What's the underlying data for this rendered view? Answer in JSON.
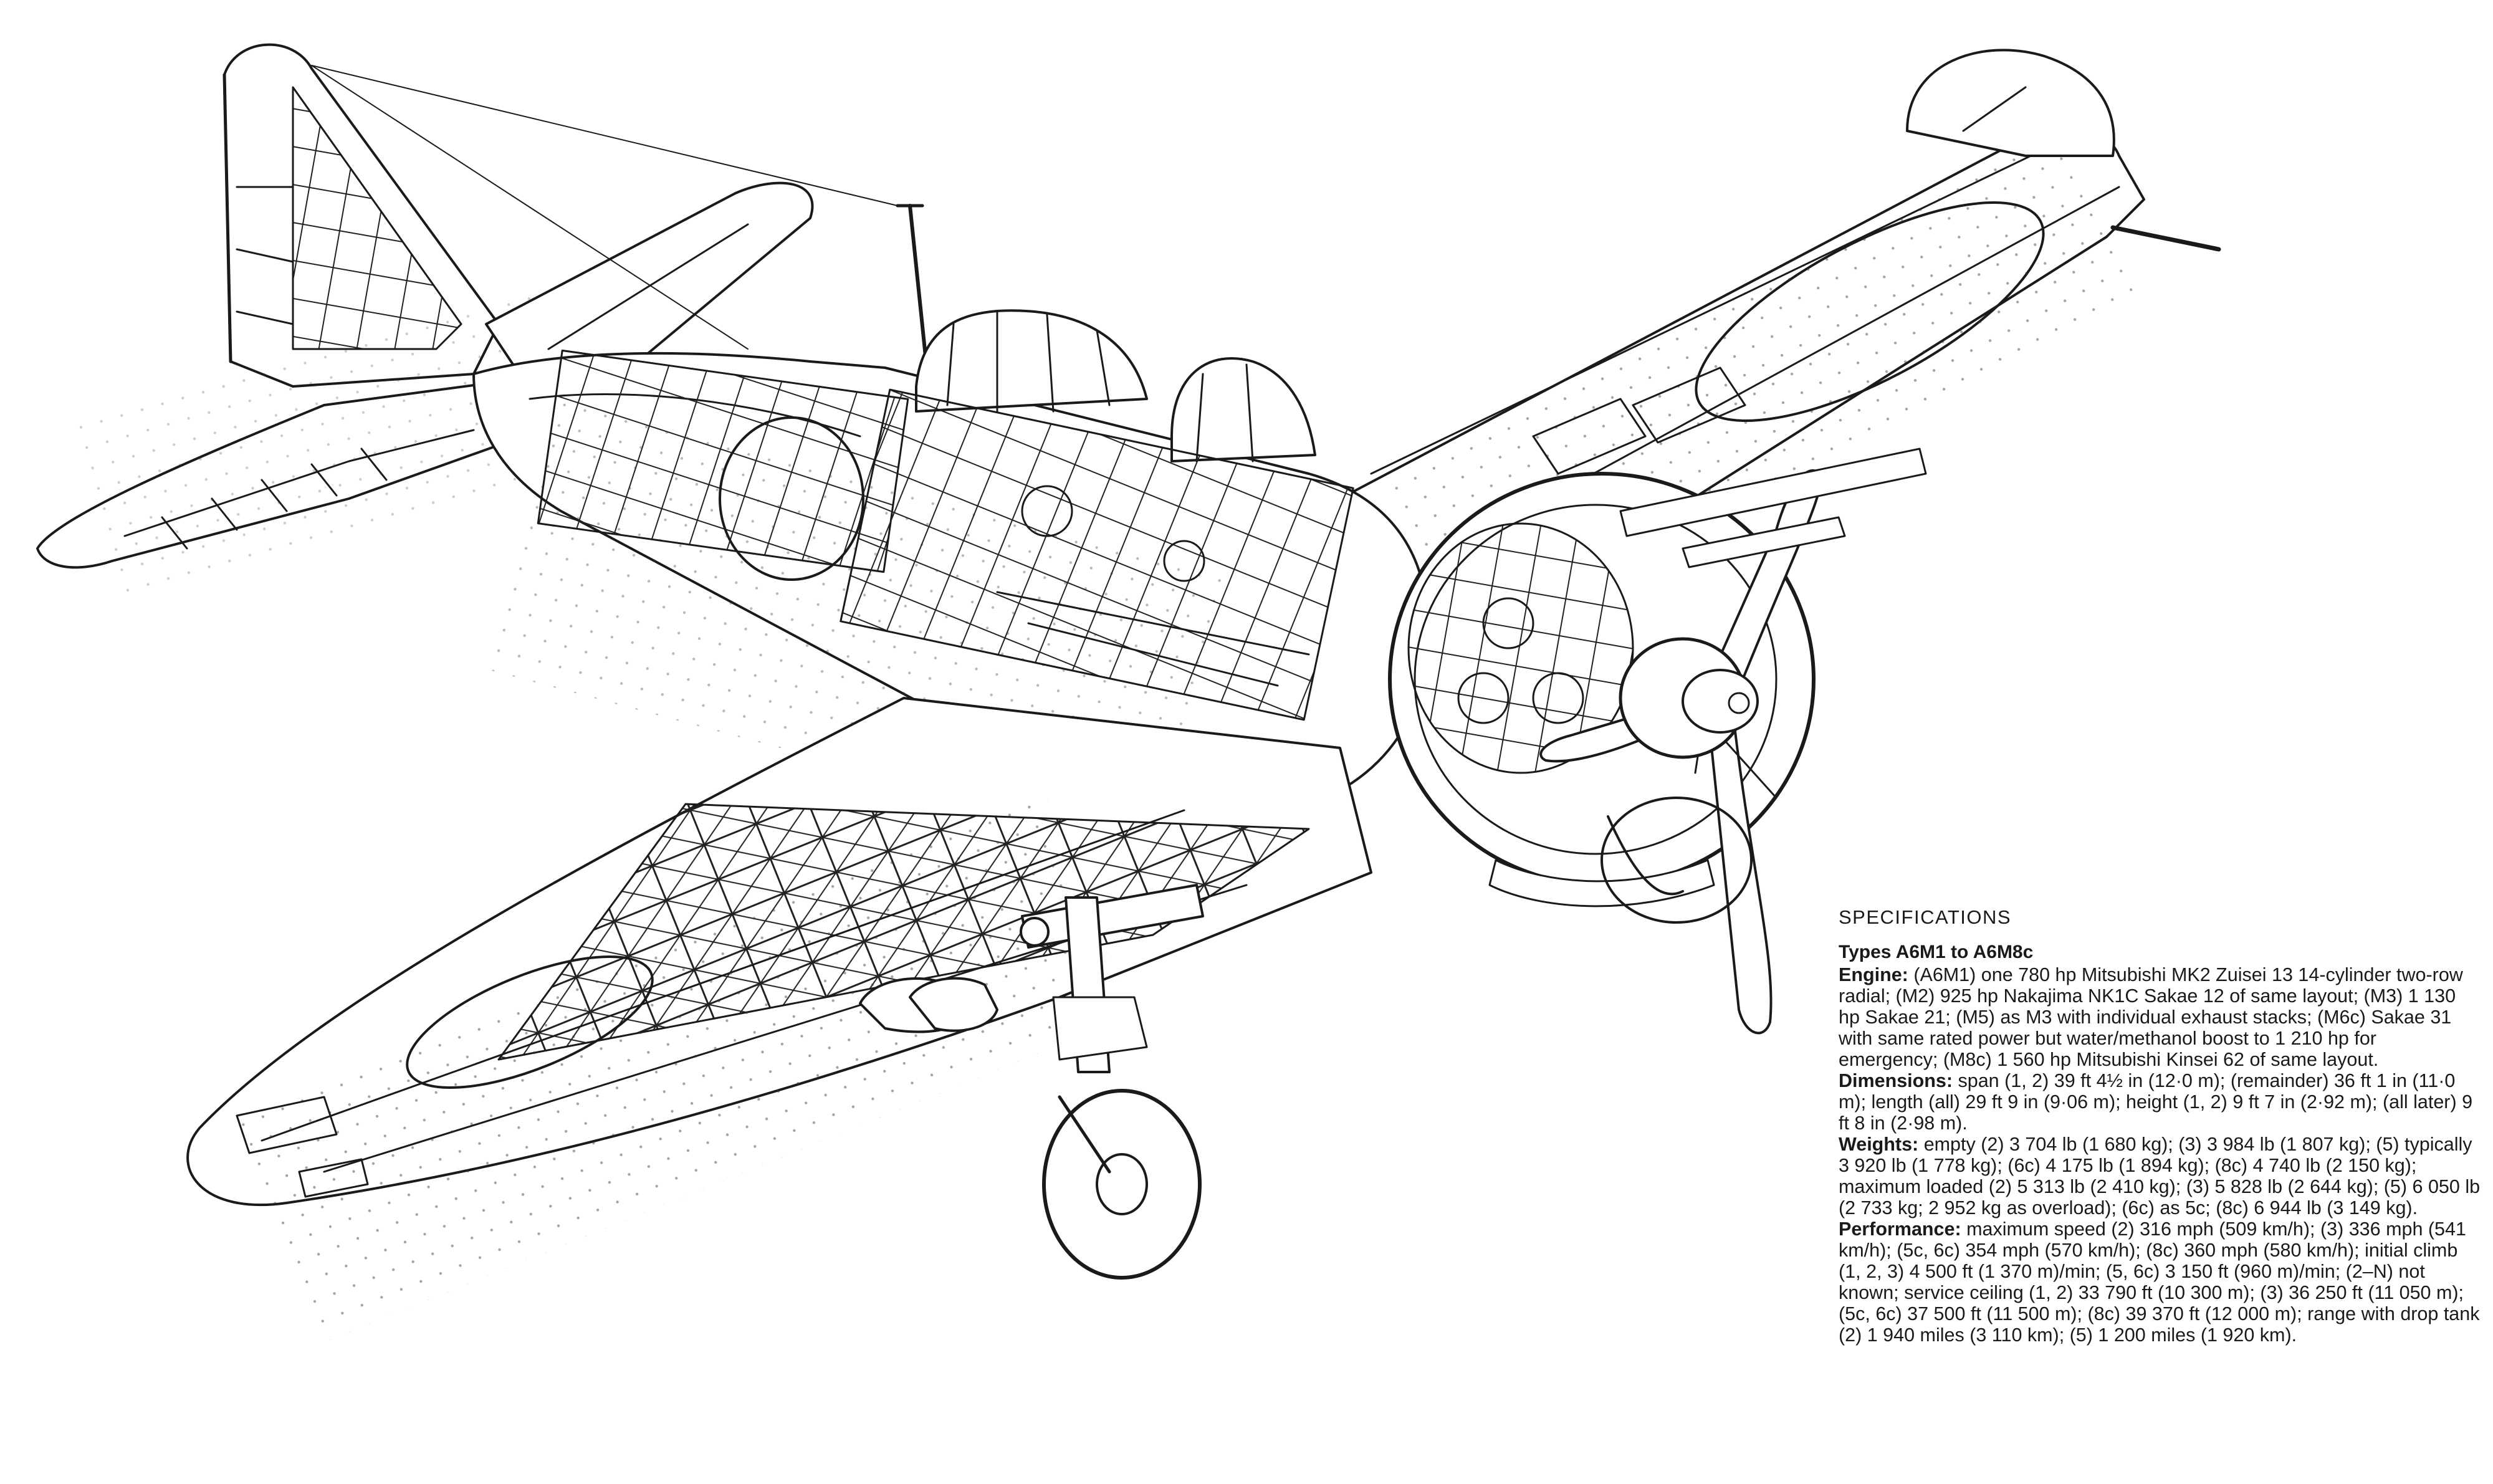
{
  "specifications": {
    "heading": "SPECIFICATIONS",
    "types": "Types A6M1 to A6M8c",
    "engine": {
      "label": "Engine:",
      "text": " (A6M1) one 780 hp Mitsubishi MK2 Zuisei 13 14-cylinder two-row radial; (M2) 925 hp Nakajima NK1C Sakae 12 of same layout; (M3) 1 130 hp Sakae 21; (M5) as M3 with individual exhaust stacks; (M6c) Sakae 31 with same rated power but water/methanol boost to 1 210 hp for emergency; (M8c) 1 560 hp Mitsubishi Kinsei 62 of same layout."
    },
    "dimensions": {
      "label": "Dimensions:",
      "text": " span (1, 2) 39 ft 4½ in (12·0 m); (remainder) 36 ft 1 in (11·0 m); length (all) 29 ft 9 in (9·06 m); height (1, 2) 9 ft 7 in (2·92 m); (all later) 9 ft 8 in (2·98 m)."
    },
    "weights": {
      "label": "Weights:",
      "text": " empty (2) 3 704 lb (1 680 kg); (3) 3 984 lb (1 807 kg); (5) typically 3 920 lb (1 778 kg); (6c) 4 175 lb (1 894 kg); (8c) 4 740 lb (2 150 kg); maximum loaded (2) 5 313 lb (2 410 kg); (3) 5 828 lb (2 644 kg); (5) 6 050 lb (2 733 kg; 2 952 kg as overload); (6c) as 5c; (8c) 6 944 lb (3 149 kg)."
    },
    "performance": {
      "label": "Performance:",
      "text": " maximum speed (2) 316 mph (509 km/h); (3) 336 mph (541 km/h); (5c, 6c) 354 mph (570 km/h); (8c) 360 mph (580 km/h); initial climb (1, 2, 3) 4 500 ft (1 370 m)/min; (5, 6c) 3 150 ft (960 m)/min; (2–N) not known; service ceiling (1, 2) 33 790 ft (10 300 m); (3) 36 250 ft (11 050 m); (5c, 6c) 37 500 ft (11 500 m); (8c) 39 370 ft (12 000 m); range with drop tank (2) 1 940 miles (3 110 km); (5) 1 200 miles (1 920 km)."
    }
  },
  "colors": {
    "ink": "#1a1a1a",
    "paper": "#ffffff"
  }
}
